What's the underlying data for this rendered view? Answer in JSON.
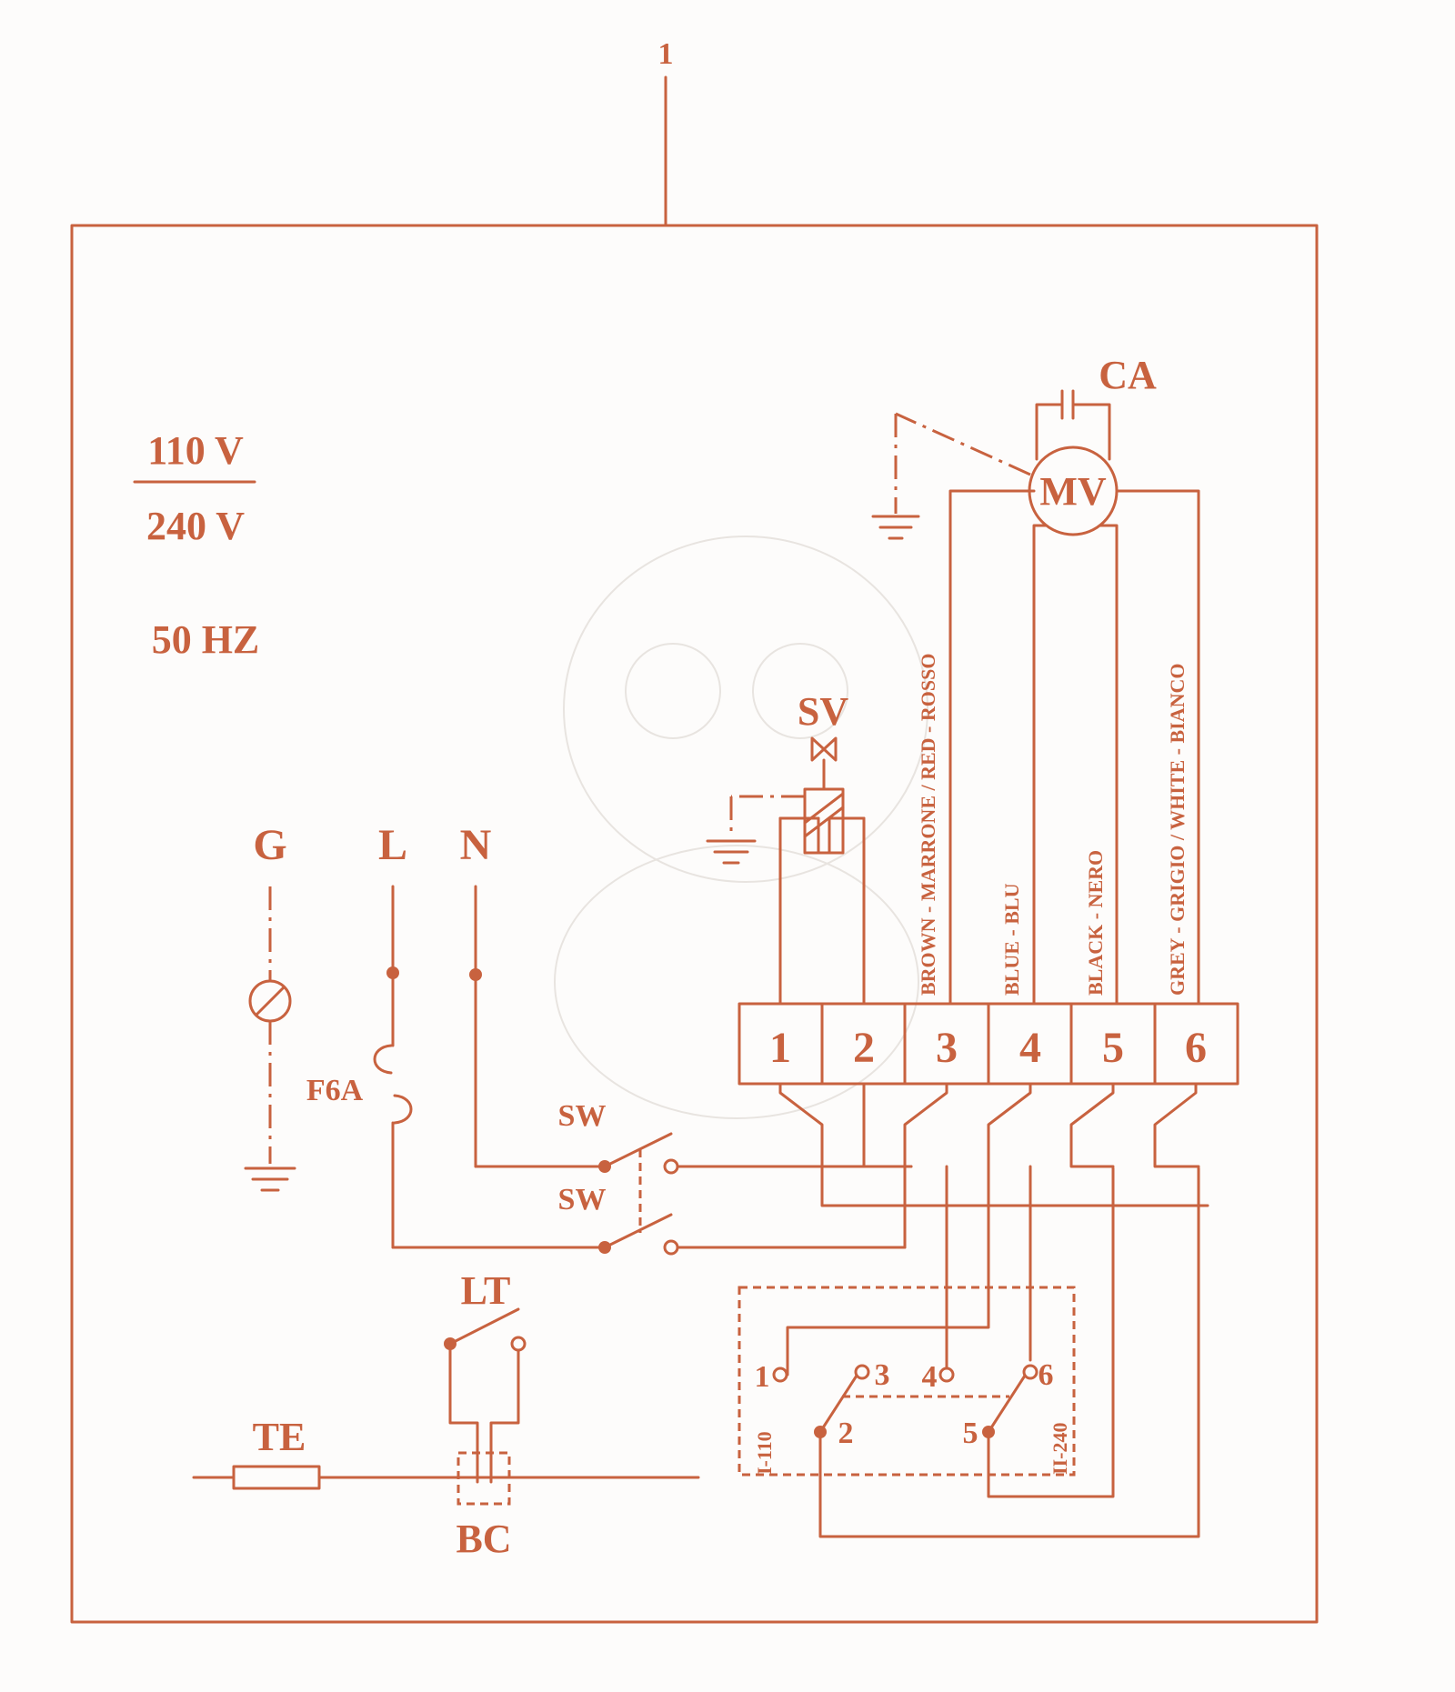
{
  "sheet_number": "1",
  "supply": {
    "voltage_top": "110 V",
    "voltage_bottom": "240 V",
    "frequency": "50 HZ"
  },
  "mains": {
    "ground": "G",
    "line": "L",
    "neutral": "N",
    "fuse": "F6A"
  },
  "switches": {
    "sw_upper": "SW",
    "sw_lower": "SW",
    "lamp_thermostat": "LT"
  },
  "components": {
    "solenoid_valve": "SV",
    "capacitor": "CA",
    "motor": "MV",
    "probe": "TE",
    "bulb": "BC"
  },
  "terminal_block": [
    "1",
    "2",
    "3",
    "4",
    "5",
    "6"
  ],
  "wire_colors": {
    "red": "BROWN - MARRONE   /  RED - ROSSO",
    "blue": "BLUE - BLU",
    "black": "BLACK - NERO",
    "white": "GREY - GRIGIO   /  WHITE - BIANCO"
  },
  "selector": {
    "pins": {
      "p1": "1",
      "p2": "2",
      "p3": "3",
      "p4": "4",
      "p5": "5",
      "p6": "6"
    },
    "pos1": "I-110",
    "pos2": "II-240"
  },
  "colors": {
    "line": "#c8623f",
    "background": "#fdfcfb"
  }
}
